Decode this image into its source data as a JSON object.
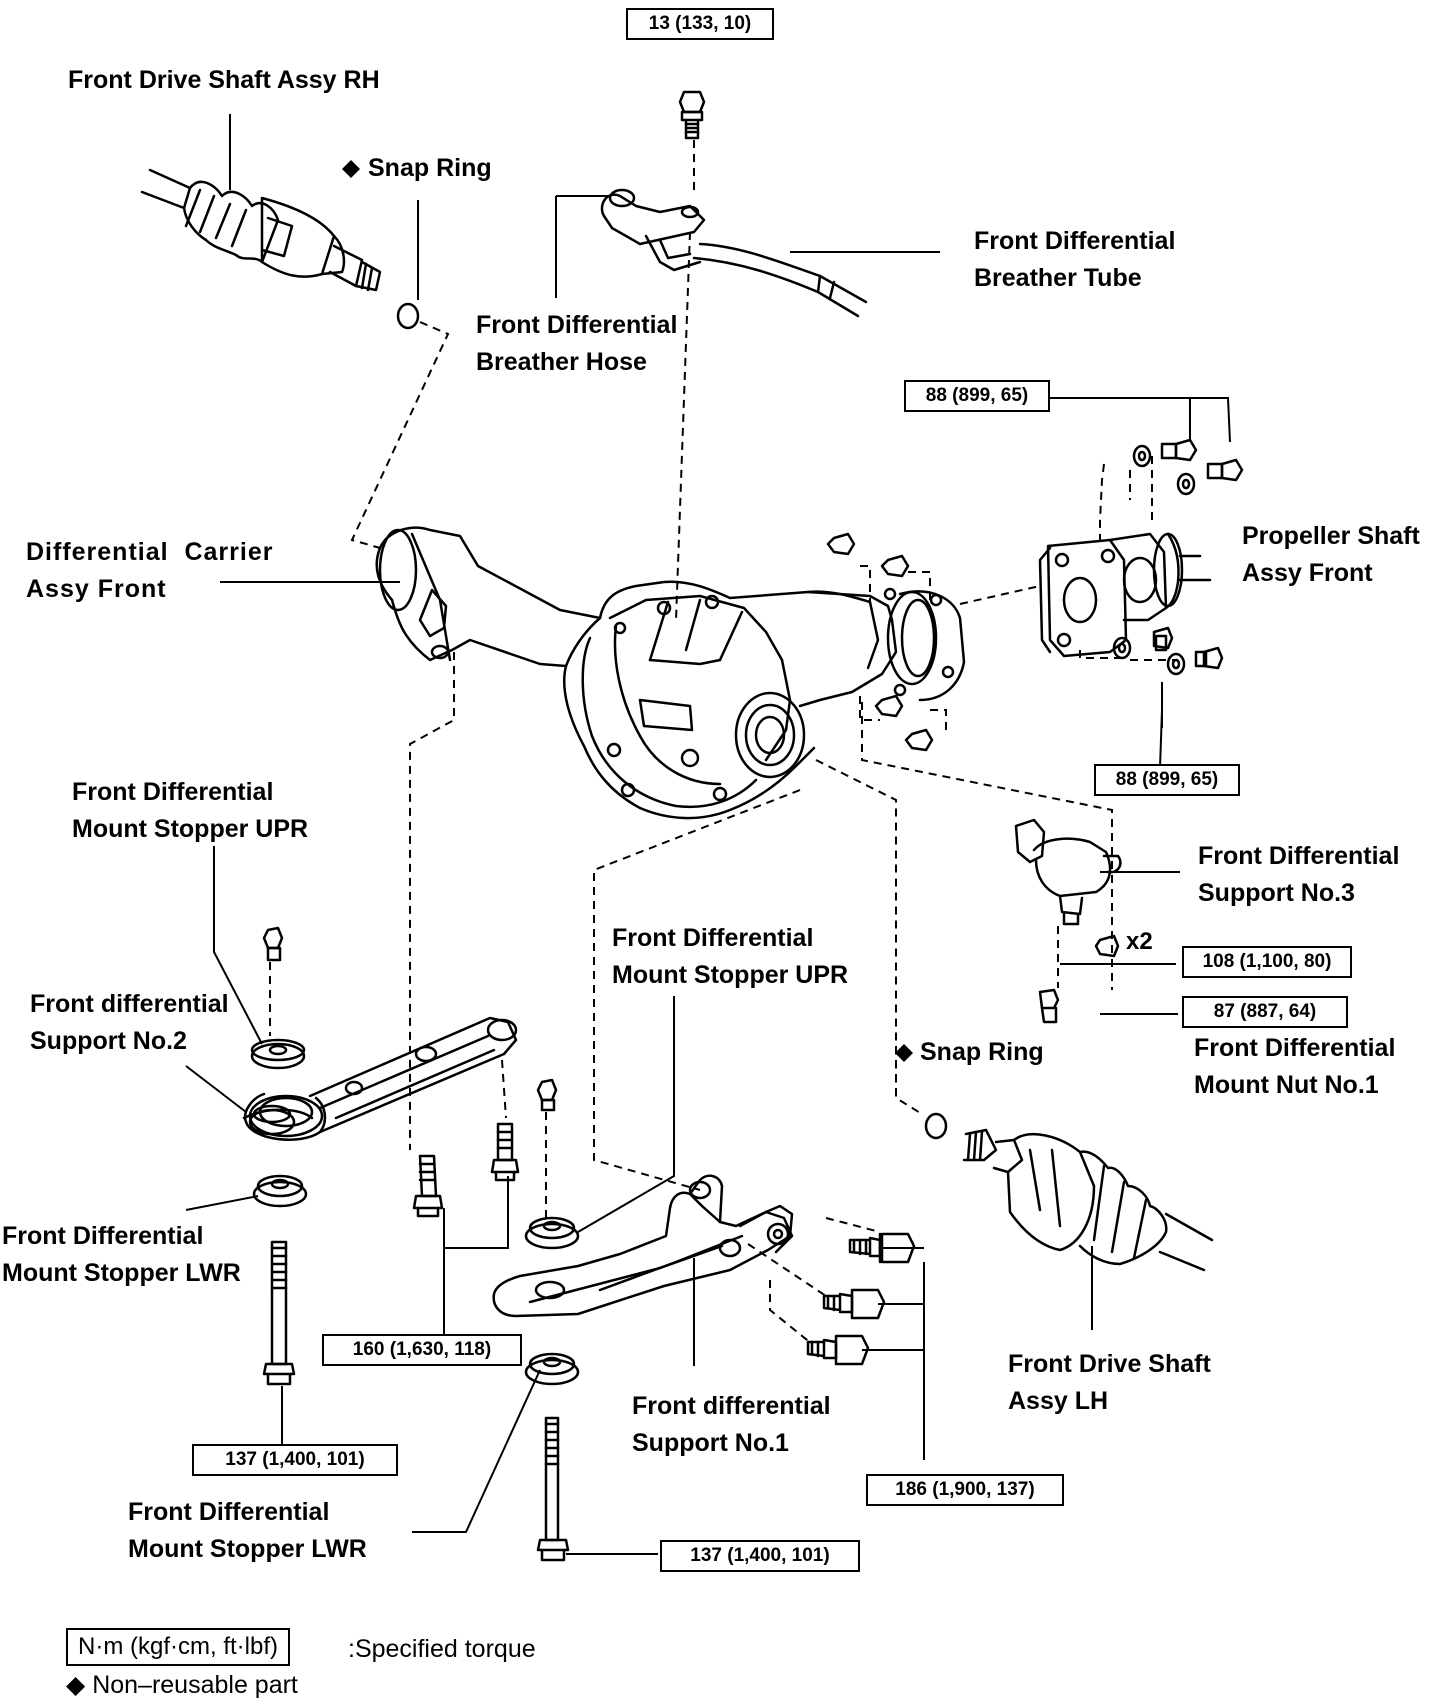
{
  "diamond": "◆",
  "labels": {
    "drive_shaft_rh": "Front Drive Shaft Assy RH",
    "snap_ring_top": "Snap Ring",
    "breather_hose": [
      "Front Differential",
      "Breather Hose"
    ],
    "breather_tube": [
      "Front Differential",
      "Breather Tube"
    ],
    "carrier": [
      "Differential  Carrier",
      "Assy Front"
    ],
    "propeller_shaft": [
      "Propeller Shaft",
      "Assy Front"
    ],
    "stopper_upr_left": [
      "Front Differential",
      "Mount Stopper UPR"
    ],
    "support_no3": [
      "Front Differential",
      "Support No.3"
    ],
    "support_no2": [
      "Front differential",
      "Support No.2"
    ],
    "stopper_upr_center": [
      "Front Differential",
      "Mount Stopper UPR"
    ],
    "snap_ring_bottom": "Snap Ring",
    "mount_nut": [
      "Front Differential",
      "Mount Nut No.1"
    ],
    "stopper_lwr_left": [
      "Front Differential",
      "Mount Stopper LWR"
    ],
    "drive_shaft_lh": [
      "Front Drive Shaft",
      "Assy LH"
    ],
    "support_no1": [
      "Front differential",
      "Support No.1"
    ],
    "stopper_lwr_bottom": [
      "Front Differential",
      "Mount Stopper LWR"
    ],
    "x2": "x2"
  },
  "torques": {
    "t_breather": "13 (133, 10)",
    "t_prop_top": "88 (899, 65)",
    "t_prop_bottom": "88 (899, 65)",
    "t_support3": "108 (1,100, 80)",
    "t_mount_nut": "87 (887, 64)",
    "t_support2_bolts": "160 (1,630, 118)",
    "t_lwr_left": "137 (1,400, 101)",
    "t_support1_bolts": "186 (1,900, 137)",
    "t_lwr_bottom": "137 (1,400, 101)"
  },
  "legend": {
    "unit_box": "N·m (kgf·cm, ft·lbf)",
    "specified": ":Specified torque",
    "non_reusable": "Non–reusable part"
  }
}
